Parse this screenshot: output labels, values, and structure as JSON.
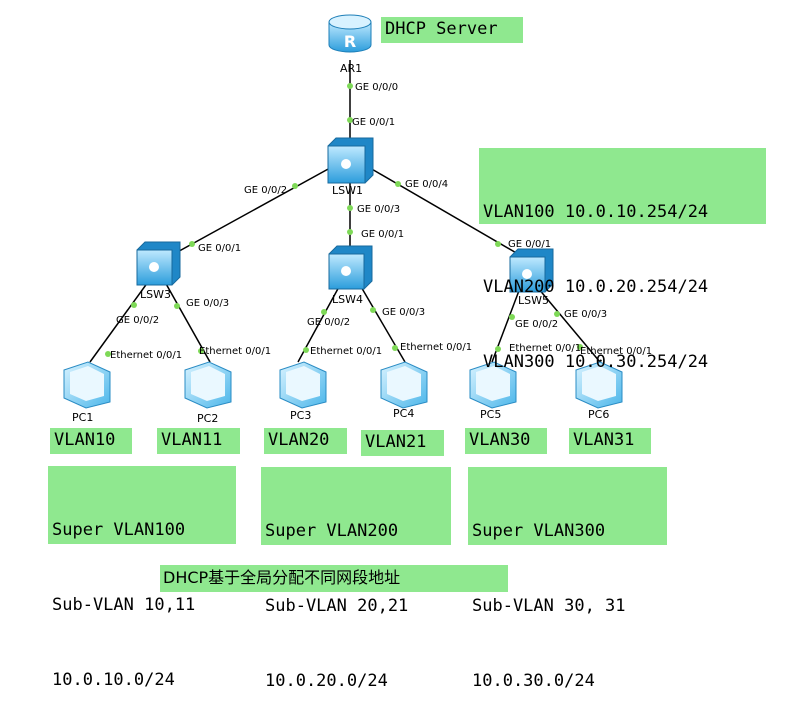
{
  "title_label": "DHCP Server",
  "router": {
    "name": "AR1",
    "port": "GE 0/0/0"
  },
  "core_switch": {
    "name": "LSW1",
    "uplink": "GE 0/0/1",
    "port_left": "GE 0/0/2",
    "port_down": "GE 0/0/3",
    "port_right": "GE 0/0/4"
  },
  "access_switches": [
    {
      "name": "LSW3",
      "uplink": "GE 0/0/1",
      "port_a": "GE 0/0/2",
      "port_b": "GE 0/0/3"
    },
    {
      "name": "LSW4",
      "uplink": "GE 0/0/1",
      "port_a": "GE 0/0/2",
      "port_b": "GE 0/0/3"
    },
    {
      "name": "LSW5",
      "uplink": "GE 0/0/1",
      "port_a": "GE 0/0/2",
      "port_b": "GE 0/0/3"
    }
  ],
  "pcs": [
    {
      "name": "PC1",
      "port": "Ethernet 0/0/1",
      "vlan": "VLAN10"
    },
    {
      "name": "PC2",
      "port": "Ethernet 0/0/1",
      "vlan": "VLAN11"
    },
    {
      "name": "PC3",
      "port": "Ethernet 0/0/1",
      "vlan": "VLAN20"
    },
    {
      "name": "PC4",
      "port": "Ethernet 0/0/1",
      "vlan": "VLAN21"
    },
    {
      "name": "PC5",
      "port": "Ethernet 0/0/1",
      "vlan": "VLAN30"
    },
    {
      "name": "PC6",
      "port": "Ethernet 0/0/1",
      "vlan": "VLAN31"
    }
  ],
  "gateways": [
    "VLAN100 10.0.10.254/24",
    "VLAN200 10.0.20.254/24",
    "VLAN300 10.0.30.254/24"
  ],
  "super_vlans": [
    {
      "line1": "Super VLAN100",
      "line2": "Sub-VLAN 10,11",
      "line3": "10.0.10.0/24"
    },
    {
      "line1": "Super VLAN200",
      "line2": "Sub-VLAN 20,21",
      "line3": "10.0.20.0/24"
    },
    {
      "line1": "Super VLAN300",
      "line2": "Sub-VLAN 30, 31",
      "line3": "10.0.30.0/24"
    }
  ],
  "footer_note": "DHCP基于全局分配不同网段地址",
  "colors": {
    "box_fill": "#8fe88f",
    "device": "#3ab0e8",
    "port_dot": "#7ed957"
  }
}
